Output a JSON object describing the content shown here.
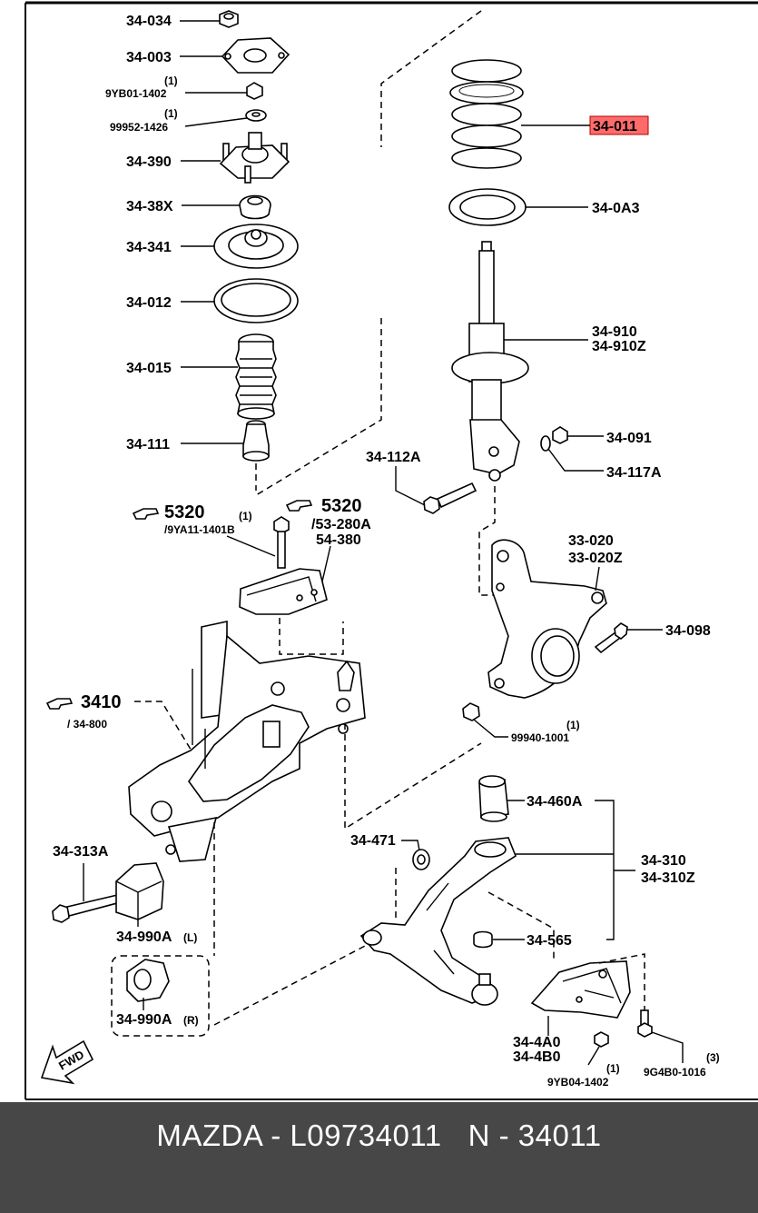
{
  "diagram": {
    "labels_left": {
      "p34_034": "34-034",
      "p34_003": "34-003",
      "q9yb01_qty": "(1)",
      "p9yb01": "9YB01-1402",
      "q99952_qty": "(1)",
      "p99952": "99952-1426",
      "p34_390": "34-390",
      "p34_38x": "34-38X",
      "p34_341": "34-341",
      "p34_012": "34-012",
      "p34_015": "34-015",
      "p34_111": "34-111"
    },
    "labels_right": {
      "p34_011": "34-011",
      "p34_0a3": "34-0A3",
      "p34_910": "34-910",
      "p34_910z": "34-910Z",
      "p34_091": "34-091",
      "p34_112a": "34-112A",
      "p34_117a": "34-117A",
      "p33_020": "33-020",
      "p33_020z": "33-020Z",
      "p34_098": "34-098",
      "q99940_qty": "(1)",
      "p99940": "99940-1001"
    },
    "labels_lower": {
      "ref5320_a": "5320",
      "q9ya11_qty": "(1)",
      "p9ya11": "/9YA11-1401B",
      "ref5320_b": "5320",
      "p53_280a": "/53-280A",
      "p54_380": "54-380",
      "ref3410": "3410",
      "p34_800": "/ 34-800",
      "p34_460a": "34-460A",
      "p34_471": "34-471",
      "p34_310": "34-310",
      "p34_310z": "34-310Z",
      "p34_313a": "34-313A",
      "p34_565": "34-565",
      "p34_990a_l": "34-990A",
      "side_l": "(L)",
      "p34_990a_r": "34-990A",
      "side_r": "(R)",
      "p34_4a0": "34-4A0",
      "p34_4b0": "34-4B0",
      "q9yb04_qty": "(1)",
      "p9yb04": "9YB04-1402",
      "q9g4b0_qty": "(3)",
      "p9g4b0": "9G4B0-1016",
      "fwd": "FWD"
    },
    "highlight_color": "#ff6b6b",
    "icons": [
      "reference-hand-icon",
      "fwd-arrow-icon"
    ]
  },
  "footer": {
    "caption": "MAZDA - L09734011   N - 34011"
  }
}
